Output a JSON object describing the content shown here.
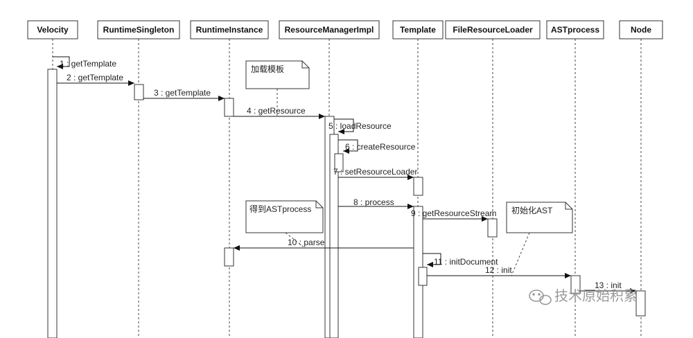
{
  "participants": [
    {
      "id": "velocity",
      "label": "Velocity"
    },
    {
      "id": "runtime-singleton",
      "label": "RuntimeSingleton"
    },
    {
      "id": "runtime-instance",
      "label": "RuntimeInstance"
    },
    {
      "id": "resource-manager-impl",
      "label": "ResourceManagerImpl"
    },
    {
      "id": "template",
      "label": "Template"
    },
    {
      "id": "file-resource-loader",
      "label": "FileResourceLoader"
    },
    {
      "id": "astprocess",
      "label": "ASTprocess"
    },
    {
      "id": "node",
      "label": "Node"
    }
  ],
  "messages": [
    {
      "label": "1 : getTemplate"
    },
    {
      "label": "2 : getTemplate"
    },
    {
      "label": "3 : getTemplate"
    },
    {
      "label": "4 : getResource"
    },
    {
      "label": "5 : loadResource"
    },
    {
      "label": "6 : createResource"
    },
    {
      "label": "7 : setResourceLoader"
    },
    {
      "label": "8 : process"
    },
    {
      "label": "9 : getResourceStream"
    },
    {
      "label": "10 : parse"
    },
    {
      "label": "11 : initDocument"
    },
    {
      "label": "12 : init"
    },
    {
      "label": "13 : init"
    }
  ],
  "notes": [
    {
      "label": "加载模板"
    },
    {
      "label": "得到ASTprocess"
    },
    {
      "label": "初始化AST"
    }
  ],
  "watermark": {
    "label": "技术原始积累"
  }
}
